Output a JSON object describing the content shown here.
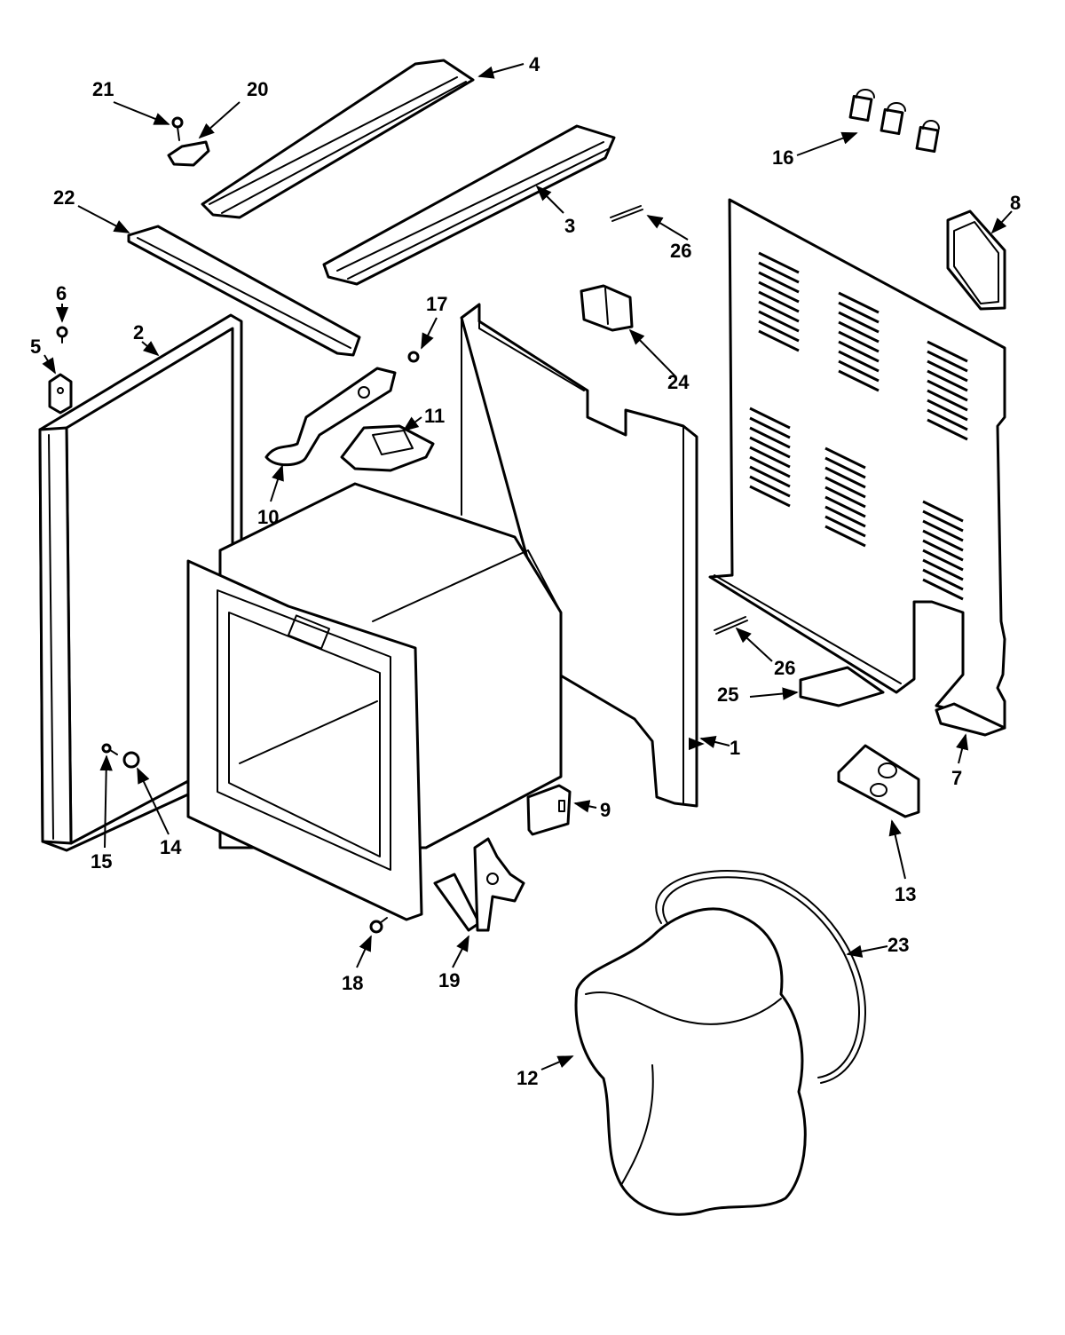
{
  "callouts": [
    {
      "id": "p1",
      "text": "1"
    },
    {
      "id": "p2",
      "text": "2"
    },
    {
      "id": "p3",
      "text": "3"
    },
    {
      "id": "p4",
      "text": "4"
    },
    {
      "id": "p5",
      "text": "5"
    },
    {
      "id": "p6",
      "text": "6"
    },
    {
      "id": "p7",
      "text": "7"
    },
    {
      "id": "p8",
      "text": "8"
    },
    {
      "id": "p9",
      "text": "9"
    },
    {
      "id": "p10",
      "text": "10"
    },
    {
      "id": "p11",
      "text": "11"
    },
    {
      "id": "p12",
      "text": "12"
    },
    {
      "id": "p13",
      "text": "13"
    },
    {
      "id": "p14",
      "text": "14"
    },
    {
      "id": "p15",
      "text": "15"
    },
    {
      "id": "p16",
      "text": "16"
    },
    {
      "id": "p17",
      "text": "17"
    },
    {
      "id": "p18",
      "text": "18"
    },
    {
      "id": "p19",
      "text": "19"
    },
    {
      "id": "p20",
      "text": "20"
    },
    {
      "id": "p21",
      "text": "21"
    },
    {
      "id": "p22",
      "text": "22"
    },
    {
      "id": "p23",
      "text": "23"
    },
    {
      "id": "p24",
      "text": "24"
    },
    {
      "id": "p25",
      "text": "25"
    },
    {
      "id": "p26a",
      "text": "26"
    },
    {
      "id": "p26b",
      "text": "26"
    }
  ]
}
